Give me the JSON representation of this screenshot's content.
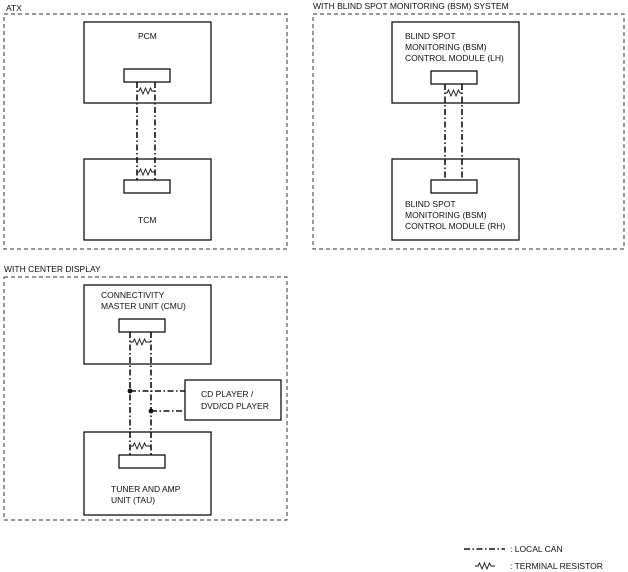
{
  "groups": {
    "atx": {
      "label": "ATX",
      "pcm": [
        "PCM"
      ],
      "tcm": [
        "TCM"
      ]
    },
    "bsm": {
      "label": "WITH BLIND SPOT MONITORING (BSM) SYSTEM",
      "lh": [
        "BLIND SPOT",
        "MONITORING (BSM)",
        "CONTROL MODULE (LH)"
      ],
      "rh": [
        "BLIND SPOT",
        "MONITORING (BSM)",
        "CONTROL MODULE (RH)"
      ]
    },
    "center": {
      "label": "WITH CENTER DISPLAY",
      "cmu": [
        "CONNECTIVITY",
        "MASTER UNIT (CMU)"
      ],
      "cd": [
        "CD PLAYER /",
        "DVD/CD PLAYER"
      ],
      "tau": [
        "TUNER AND AMP",
        "UNIT (TAU)"
      ]
    }
  },
  "legend": {
    "local_can": ": LOCAL CAN",
    "terminal_resistor": ": TERMINAL RESISTOR"
  }
}
